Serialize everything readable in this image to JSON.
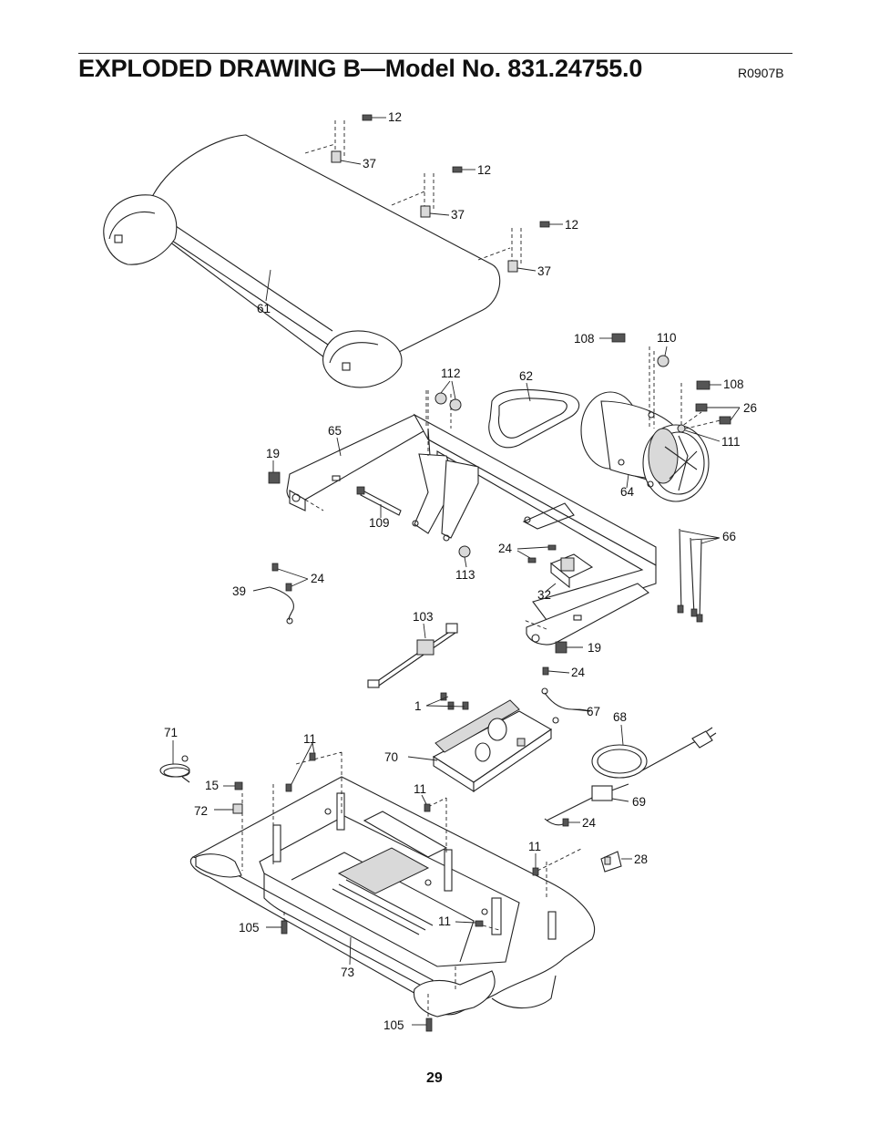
{
  "header": {
    "title": "EXPLODED DRAWING B—Model No. 831.24755.0",
    "drawing_code": "R0907B"
  },
  "footer": {
    "page_number": "29"
  },
  "callouts": {
    "c12a": "12",
    "c37a": "37",
    "c12b": "12",
    "c37b": "37",
    "c12c": "12",
    "c37c": "37",
    "c61": "61",
    "c108a": "108",
    "c110": "110",
    "c108b": "108",
    "c26": "26",
    "c111": "111",
    "c62": "62",
    "c64": "64",
    "c112": "112",
    "c65": "65",
    "c19a": "19",
    "c109": "109",
    "c113": "113",
    "c24a": "24",
    "c32": "32",
    "c66": "66",
    "c39": "39",
    "c24b": "24",
    "c103": "103",
    "c19b": "19",
    "c24c": "24",
    "c1": "1",
    "c67": "67",
    "c68": "68",
    "c71": "71",
    "c11a": "11",
    "c70": "70",
    "c15": "15",
    "c72": "72",
    "c11b": "11",
    "c69": "69",
    "c24d": "24",
    "c11c": "11",
    "c28": "28",
    "c105a": "105",
    "c11d": "11",
    "c73": "73",
    "c105b": "105"
  }
}
